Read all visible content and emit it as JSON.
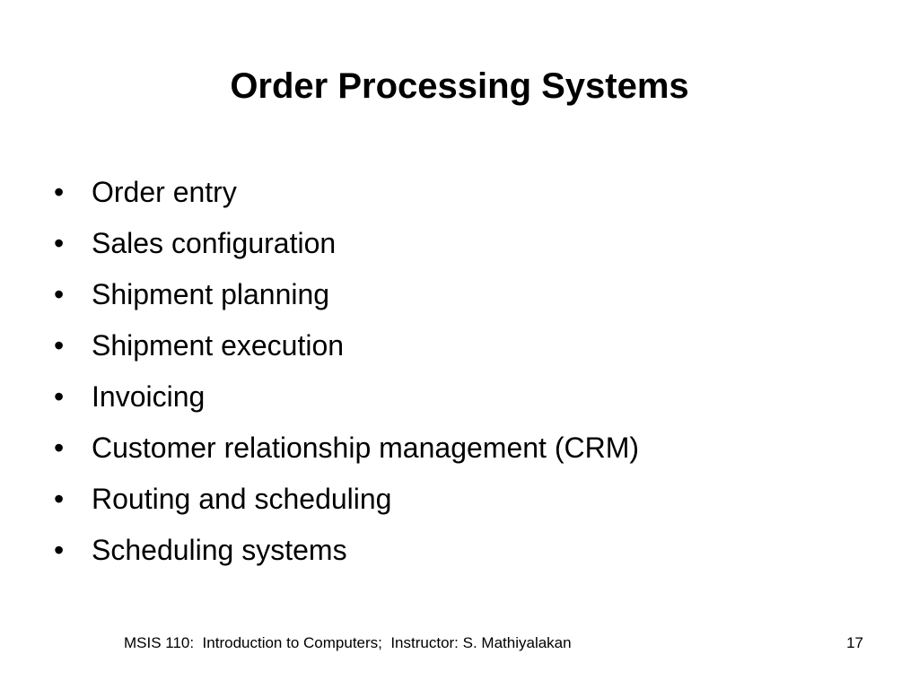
{
  "slide": {
    "title": "Order Processing Systems",
    "bullet_glyph": "•",
    "bullets": [
      "Order entry",
      "Sales configuration",
      "Shipment planning",
      "Shipment execution",
      "Invoicing",
      "Customer relationship management (CRM)",
      "Routing and scheduling",
      "Scheduling systems"
    ],
    "footer": "MSIS 110:  Introduction to Computers;  Instructor: S. Mathiyalakan",
    "page_number": "17"
  }
}
